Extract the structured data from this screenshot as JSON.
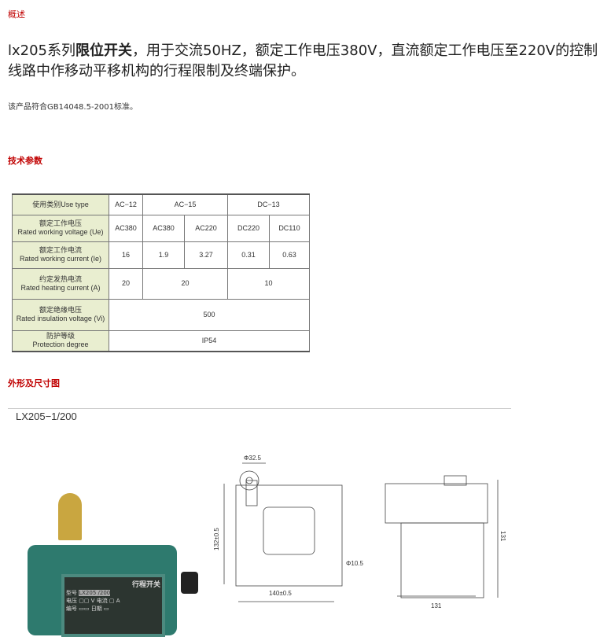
{
  "overview": {
    "heading": "概述",
    "intro_prefix": "lx205系列",
    "intro_bold": "限位开关",
    "intro_rest": "，用于交流50HZ，额定工作电压380V，直流额定工作电压至220V的控制线路中作移动平移机构的行程限制及终端保护。",
    "standard": "该产品符合GB14048.5-2001标准。"
  },
  "specs": {
    "heading": "技术参数",
    "rows": [
      {
        "cn": "使用类别",
        "en": "Use type",
        "cells": [
          "AC−12",
          "AC−15",
          "DC−13"
        ]
      },
      {
        "cn": "额定工作电压",
        "en": "Rated working voltage (Ue)",
        "cells": [
          "AC380",
          "AC380",
          "AC220",
          "DC220",
          "DC110"
        ]
      },
      {
        "cn": "额定工作电流",
        "en": "Rated working current (Ie)",
        "cells": [
          "16",
          "1.9",
          "3.27",
          "0.31",
          "0.63"
        ]
      },
      {
        "cn": "约定发热电流",
        "en": "Rated heating current (A)",
        "cells": [
          "20",
          "20",
          "10"
        ]
      },
      {
        "cn": "额定绝缘电压",
        "en": "Rated insulation voltage (Vi)",
        "cells": [
          "500"
        ]
      },
      {
        "cn": "防护等级",
        "en": "Protection degree",
        "cells": [
          "IP54"
        ]
      }
    ]
  },
  "dimensions": {
    "heading": "外形及尺寸图",
    "model": "LX205−1/200",
    "photo_label": {
      "title": "行程开关",
      "type_label": "型号",
      "type_value": "LX205     /200",
      "voltage_label": "电压",
      "current_label": "电流",
      "number_label": "编号",
      "date_label": "日期"
    },
    "front": {
      "roller": "Φ32.5",
      "height": "132±0.5",
      "width": "140±0.5",
      "hole": "Φ10.5"
    },
    "side": {
      "height": "131",
      "width": "131"
    }
  }
}
